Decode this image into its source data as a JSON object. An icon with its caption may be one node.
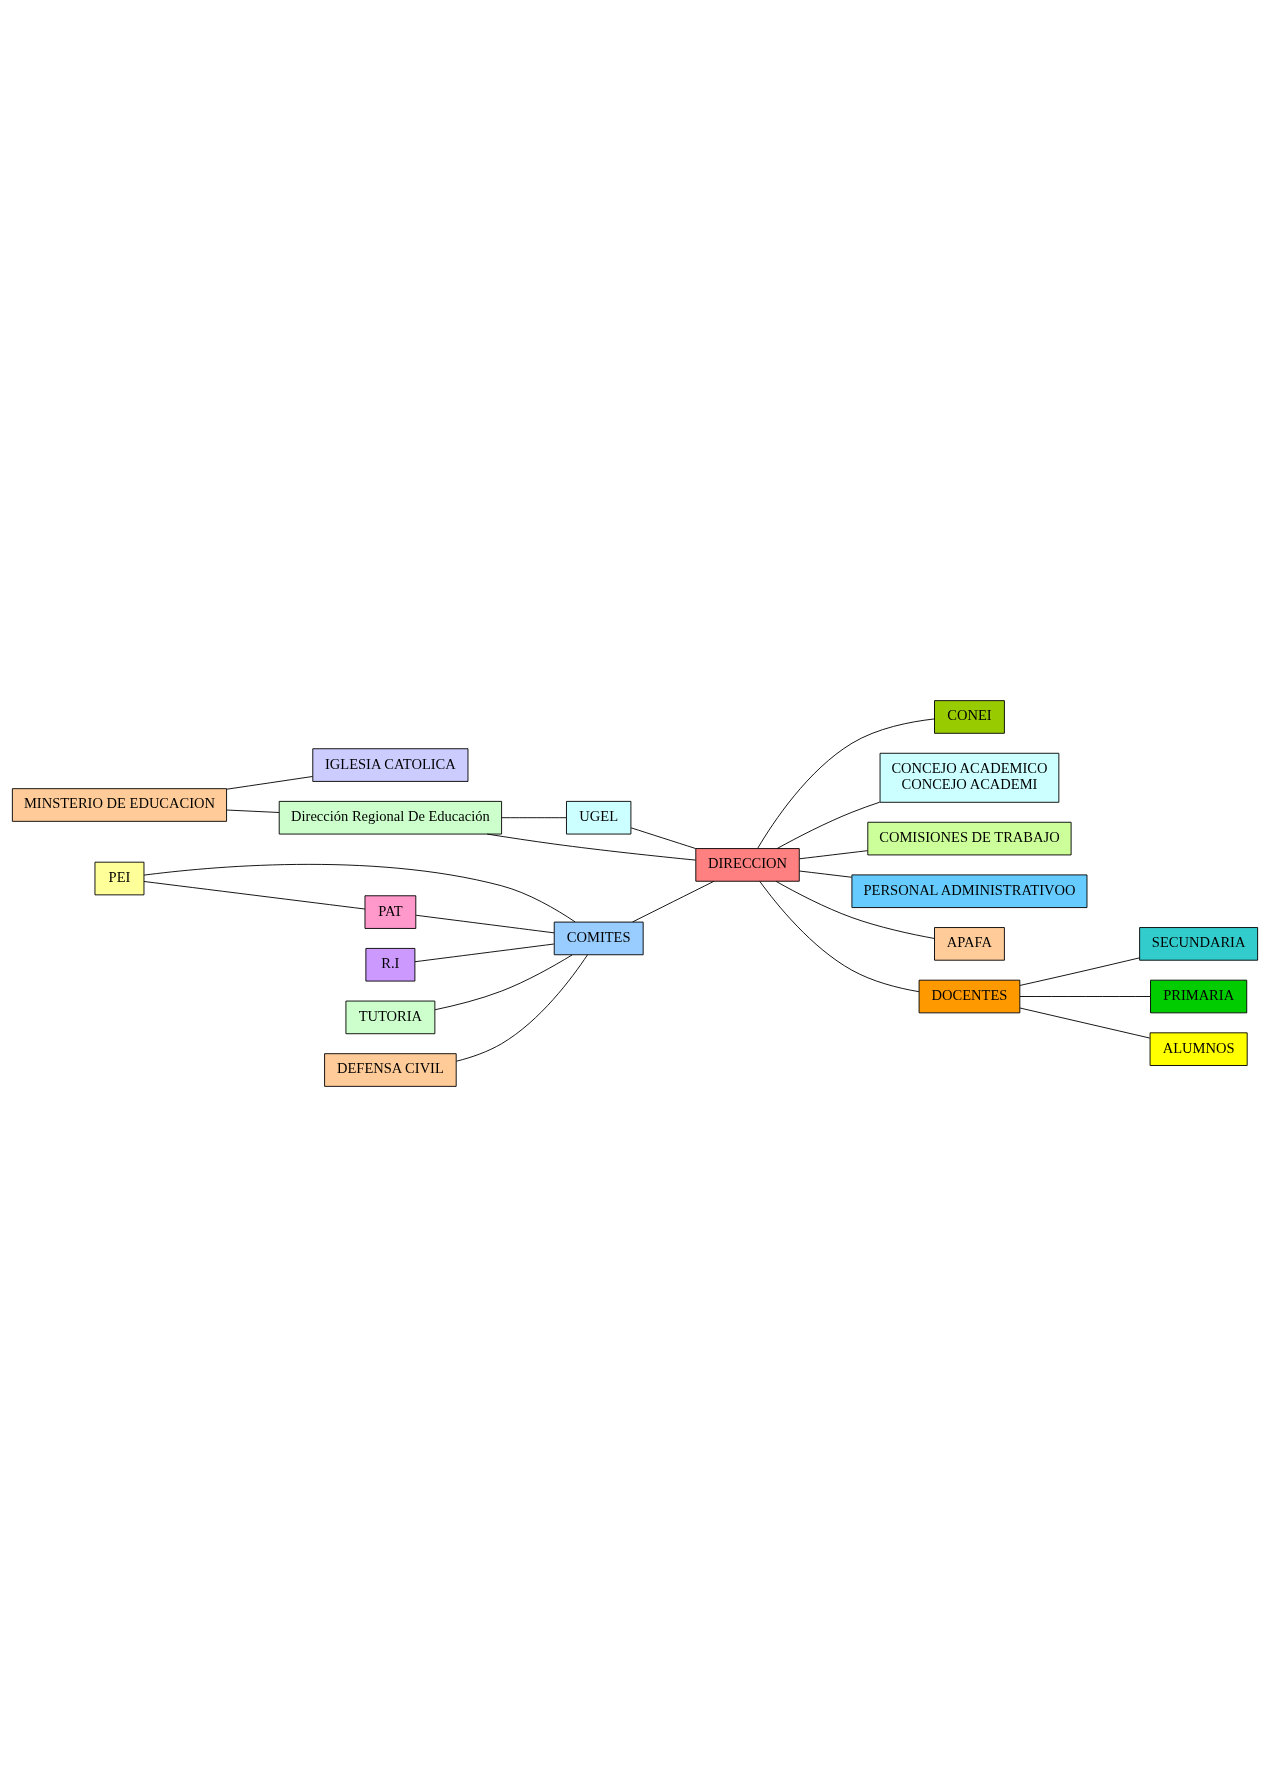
{
  "diagram": {
    "nodes": [
      {
        "text": [
          "MINSTERIO DE EDUCACION"
        ]
      },
      {
        "text": [
          "IGLESIA CATOLICA"
        ]
      },
      {
        "text": [
          "Dirección Regional De Educación"
        ]
      },
      {
        "text": [
          "UGEL"
        ]
      },
      {
        "text": [
          "CONEI"
        ]
      },
      {
        "text": [
          "CONCEJO ACADEMICO",
          "CONCEJO ACADEMI"
        ]
      },
      {
        "text": [
          "PEI"
        ]
      },
      {
        "text": [
          "COMITES"
        ]
      },
      {
        "text": [
          "DIRECCION"
        ]
      },
      {
        "text": [
          "COMISIONES DE TRABAJO"
        ]
      },
      {
        "text": [
          "PAT"
        ]
      },
      {
        "text": [
          "PERSONAL ADMINISTRATIVOO"
        ]
      },
      {
        "text": [
          "R.I"
        ]
      },
      {
        "text": [
          "APAFA"
        ]
      },
      {
        "text": [
          "TUTORIA"
        ]
      },
      {
        "text": [
          "DEFENSA CIVIL"
        ]
      },
      {
        "text": [
          "DOCENTES"
        ]
      },
      {
        "text": [
          "SECUNDARIA"
        ]
      },
      {
        "text": [
          "PRIMARIA"
        ]
      },
      {
        "text": [
          "ALUMNOS"
        ]
      }
    ],
    "edges": [
      {
        "from": 0,
        "to": 1,
        "arrow": "none"
      },
      {
        "from": 0,
        "to": 2,
        "arrow": "none"
      },
      {
        "from": 2,
        "to": 8,
        "arrow": "none"
      },
      {
        "from": 2,
        "to": 3,
        "arrow": "none"
      },
      {
        "from": 3,
        "to": 8,
        "arrow": "none"
      },
      {
        "from": 8,
        "to": 4,
        "arrow": "none"
      },
      {
        "from": 8,
        "to": 5,
        "arrow": "none"
      },
      {
        "from": 8,
        "to": 9,
        "arrow": "none"
      },
      {
        "from": 8,
        "to": 11,
        "arrow": "none"
      },
      {
        "from": 8,
        "to": 13,
        "arrow": "none"
      },
      {
        "from": 6,
        "to": 7,
        "arrow": "none"
      },
      {
        "from": 10,
        "to": 7,
        "arrow": "none"
      },
      {
        "from": 12,
        "to": 7,
        "arrow": "none"
      },
      {
        "from": 14,
        "to": 7,
        "arrow": "none"
      },
      {
        "from": 15,
        "to": 7,
        "arrow": "none"
      },
      {
        "from": 7,
        "to": 8,
        "arrow": "none"
      },
      {
        "from": 6,
        "to": 10,
        "arrow": "none"
      },
      {
        "from": 8,
        "to": 16,
        "arrow": "none"
      },
      {
        "from": 16,
        "to": 17,
        "arrow": "none"
      },
      {
        "from": 16,
        "to": 18,
        "arrow": "none"
      },
      {
        "from": 16,
        "to": 19,
        "arrow": "none"
      }
    ]
  }
}
